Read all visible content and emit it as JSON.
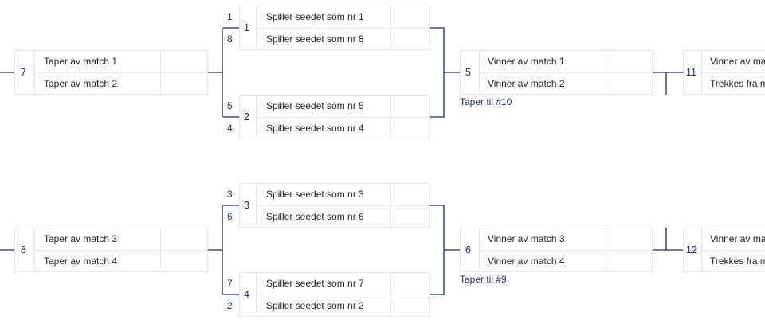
{
  "matches": {
    "m1": {
      "number": "1",
      "top_seed": "1",
      "bottom_seed": "8",
      "top": "Spiller seedet som nr 1",
      "bottom": "Spiller seedet som nr 8"
    },
    "m2": {
      "number": "2",
      "top_seed": "5",
      "bottom_seed": "4",
      "top": "Spiller seedet som nr 5",
      "bottom": "Spiller seedet som nr 4"
    },
    "m3": {
      "number": "3",
      "top_seed": "3",
      "bottom_seed": "6",
      "top": "Spiller seedet som nr 3",
      "bottom": "Spiller seedet som nr 6"
    },
    "m4": {
      "number": "4",
      "top_seed": "7",
      "bottom_seed": "2",
      "top": "Spiller seedet som nr 7",
      "bottom": "Spiller seedet som nr 2"
    },
    "m7": {
      "number": "7",
      "top": "Taper av match 1",
      "bottom": "Taper av match 2"
    },
    "m8": {
      "number": "8",
      "top": "Taper av match 3",
      "bottom": "Taper av match 4"
    },
    "m5": {
      "number": "5",
      "top": "Vinner av match 1",
      "bottom": "Vinner av match 2",
      "note": "Taper til #10"
    },
    "m6": {
      "number": "6",
      "top": "Vinner av match 3",
      "bottom": "Vinner av match 4",
      "note": "Taper til #9"
    },
    "m11": {
      "number": "11",
      "top": "Vinner av ma",
      "bottom": "Trekkes fra m"
    },
    "m12": {
      "number": "12",
      "top": "Vinner av ma",
      "bottom": "Trekkes fra m"
    }
  },
  "colors": {
    "line": "#1b2a5e",
    "border": "#e4e6ea",
    "text": "#222222"
  }
}
